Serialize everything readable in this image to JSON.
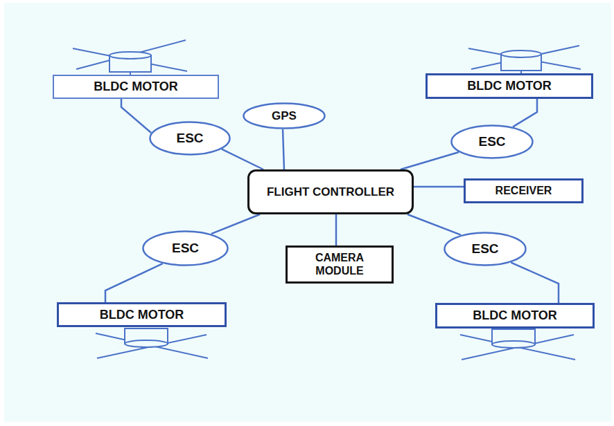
{
  "diagram": {
    "nodes": [
      {
        "text": [
          "BLDC MOTOR"
        ]
      },
      {
        "text": [
          "BLDC MOTOR"
        ]
      },
      {
        "text": [
          "GPS"
        ]
      },
      {
        "text": [
          "ESC"
        ]
      },
      {
        "text": [
          "ESC"
        ]
      },
      {
        "text": [
          "FLIGHT CONTROLLER"
        ]
      },
      {
        "text": [
          "RECEIVER"
        ]
      },
      {
        "text": [
          "ESC"
        ]
      },
      {
        "text": [
          "CAMERA MODULE"
        ]
      },
      {
        "text": [
          "ESC"
        ]
      },
      {
        "text": [
          "BLDC MOTOR"
        ]
      },
      {
        "text": [
          "BLDC MOTOR"
        ]
      }
    ],
    "edges": [
      {
        "from": 0,
        "to": 3,
        "arrow": "none"
      },
      {
        "from": 3,
        "to": 5,
        "arrow": "none"
      },
      {
        "from": 1,
        "to": 4,
        "arrow": "none"
      },
      {
        "from": 4,
        "to": 5,
        "arrow": "none"
      },
      {
        "from": 2,
        "to": 5,
        "arrow": "none"
      },
      {
        "from": 5,
        "to": 6,
        "arrow": "none"
      },
      {
        "from": 5,
        "to": 7,
        "arrow": "none"
      },
      {
        "from": 5,
        "to": 8,
        "arrow": "none"
      },
      {
        "from": 5,
        "to": 9,
        "arrow": "none"
      },
      {
        "from": 7,
        "to": 10,
        "arrow": "none"
      },
      {
        "from": 9,
        "to": 11,
        "arrow": "none"
      }
    ]
  }
}
